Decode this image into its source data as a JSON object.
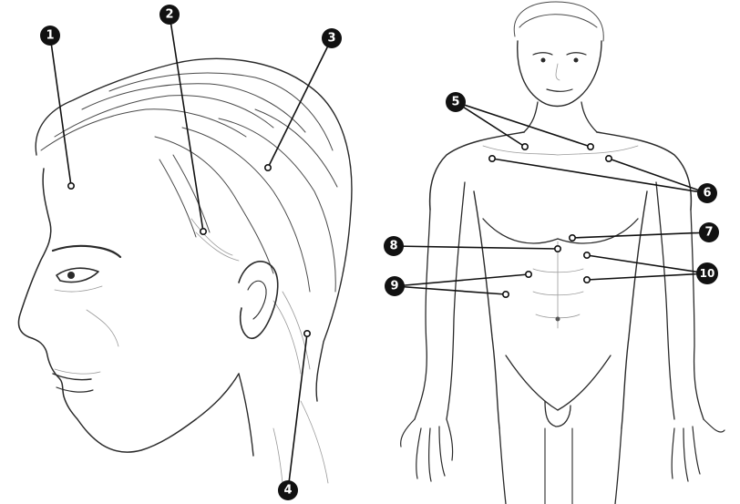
{
  "colors": {
    "badge": "#111111",
    "badge_text": "#ffffff",
    "line": "#111111",
    "sketch": "#2a2a2a",
    "background": "#ffffff"
  },
  "figures": {
    "left": "head-profile-sketch",
    "right": "torso-front-sketch"
  },
  "callouts": [
    {
      "id": "c1",
      "label": "1"
    },
    {
      "id": "c2",
      "label": "2"
    },
    {
      "id": "c3",
      "label": "3"
    },
    {
      "id": "c4",
      "label": "4"
    },
    {
      "id": "c5",
      "label": "5"
    },
    {
      "id": "c6",
      "label": "6"
    },
    {
      "id": "c7",
      "label": "7"
    },
    {
      "id": "c8",
      "label": "8"
    },
    {
      "id": "c9",
      "label": "9"
    },
    {
      "id": "c10",
      "label": "10"
    }
  ]
}
